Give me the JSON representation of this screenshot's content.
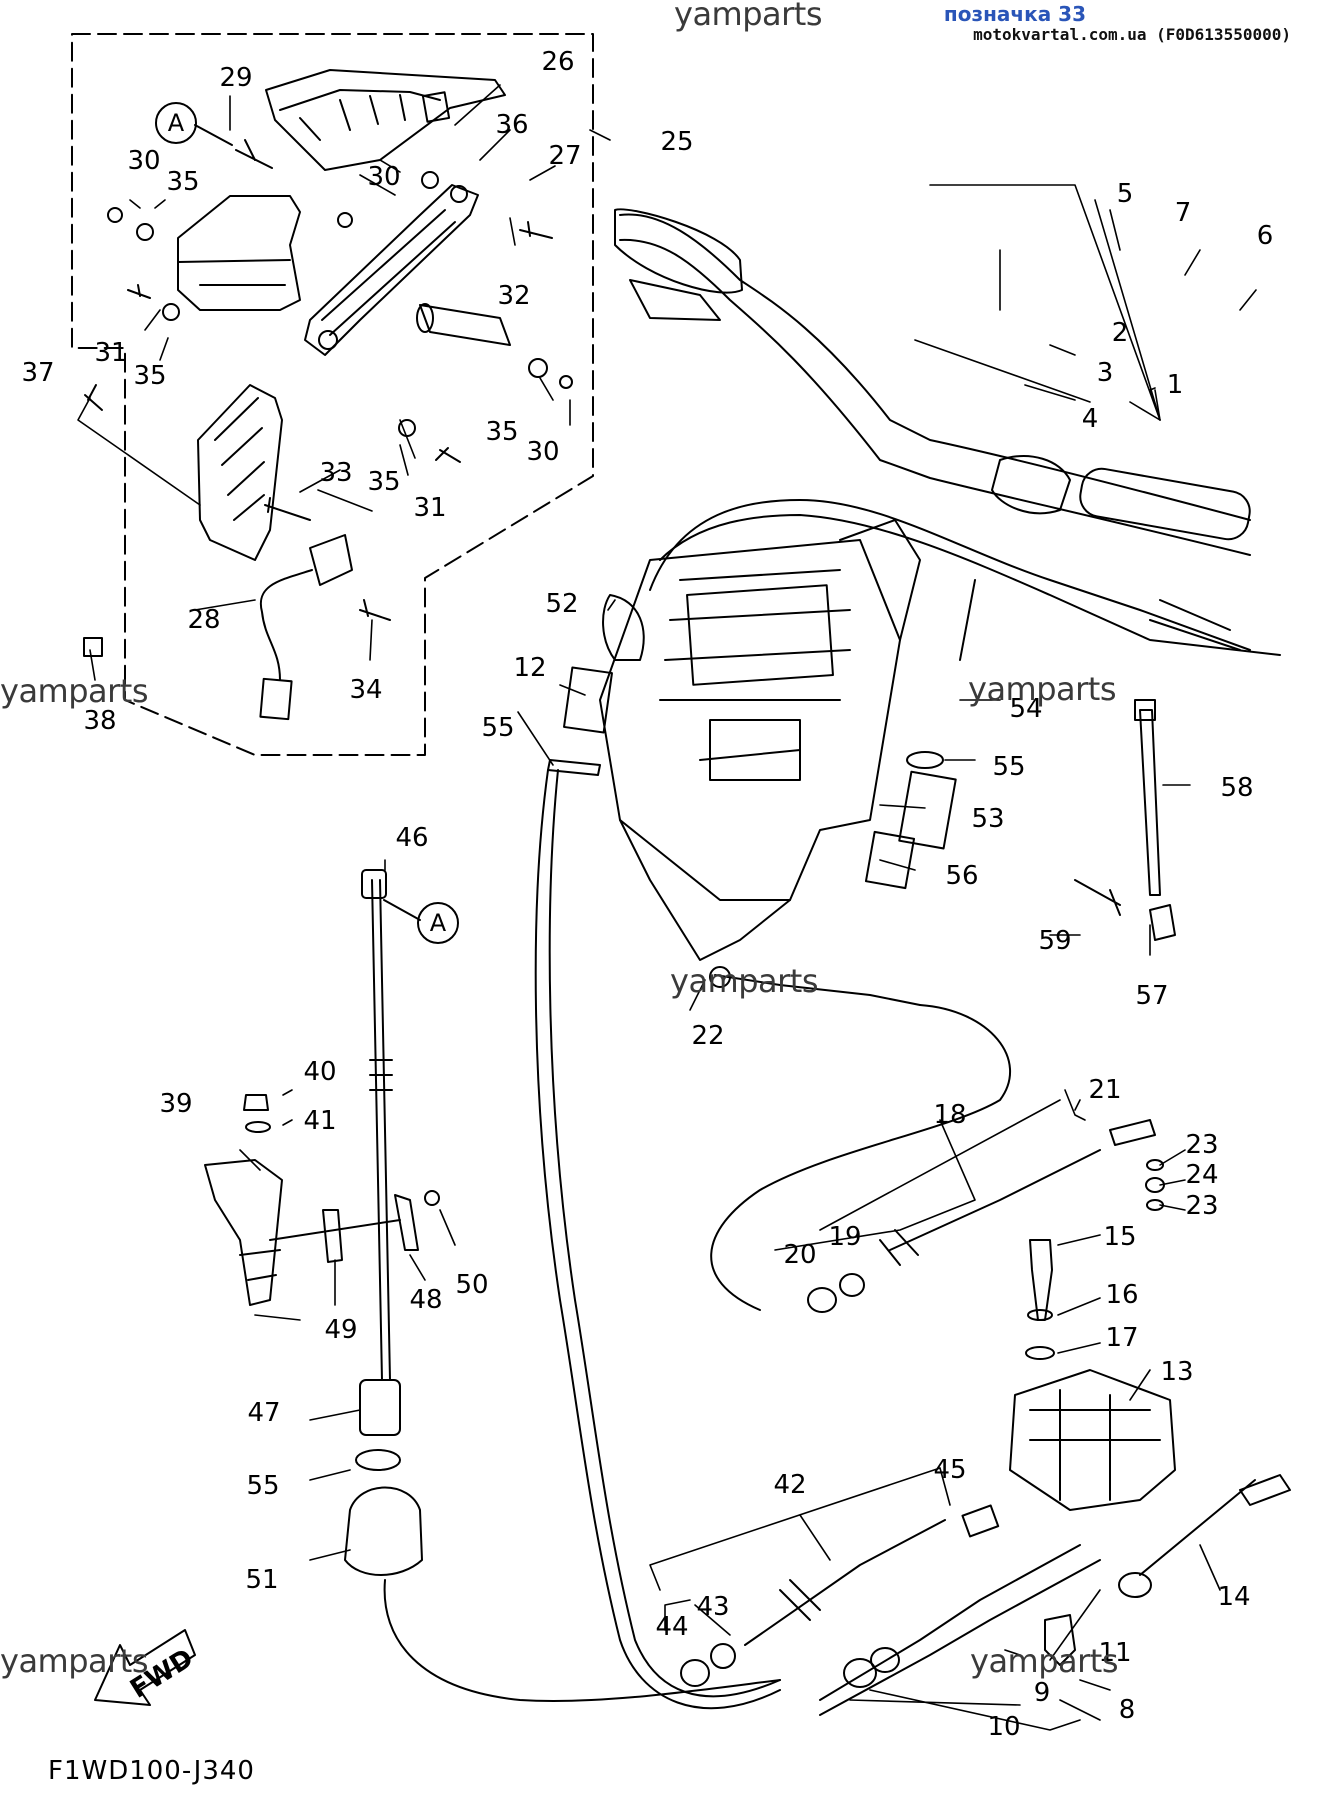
{
  "header": {
    "label": "позначка 33",
    "site": "motokvartal.com.ua (F0D613550000)"
  },
  "watermark": {
    "text": "yamparts"
  },
  "drawing_code": "F1WD100-J340",
  "fwd_label": "FWD",
  "ref_letter": "A",
  "part_refs": {
    "p1": "1",
    "p2": "2",
    "p3": "3",
    "p4": "4",
    "p5": "5",
    "p6": "6",
    "p7": "7",
    "p8": "8",
    "p9": "9",
    "p10": "10",
    "p11": "11",
    "p12": "12",
    "p13": "13",
    "p14": "14",
    "p15": "15",
    "p16": "16",
    "p17": "17",
    "p18": "18",
    "p19": "19",
    "p20": "20",
    "p21": "21",
    "p22": "22",
    "p23": "23",
    "p24": "24",
    "p25": "25",
    "p26": "26",
    "p27": "27",
    "p28": "28",
    "p29": "29",
    "p30": "30",
    "p31": "31",
    "p32": "32",
    "p33": "33",
    "p34": "34",
    "p35": "35",
    "p36": "36",
    "p37": "37",
    "p38": "38",
    "p39": "39",
    "p40": "40",
    "p41": "41",
    "p42": "42",
    "p43": "43",
    "p44": "44",
    "p45": "45",
    "p46": "46",
    "p47": "47",
    "p48": "48",
    "p49": "49",
    "p50": "50",
    "p51": "51",
    "p52": "52",
    "p53": "53",
    "p54": "54",
    "p55": "55",
    "p56": "56",
    "p57": "57",
    "p58": "58",
    "p59": "59"
  },
  "colors": {
    "line": "#000000",
    "header_label": "#2a55b8",
    "watermark": "#3a3a3a"
  }
}
